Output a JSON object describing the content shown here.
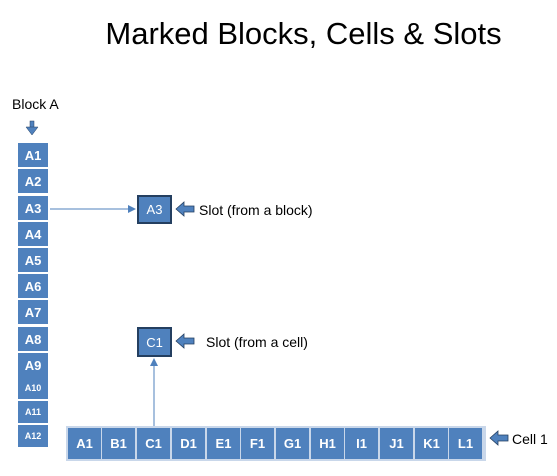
{
  "title": "Marked Blocks, Cells & Slots",
  "block_label": "Block A",
  "block_cells": [
    "A1",
    "A2",
    "A3",
    "A4",
    "A5",
    "A6",
    "A7",
    "A8",
    "A9",
    "A10",
    "A11",
    "A12"
  ],
  "row_cells": [
    "A1",
    "B1",
    "C1",
    "D1",
    "E1",
    "F1",
    "G1",
    "H1",
    "I1",
    "J1",
    "K1",
    "L1"
  ],
  "row_label": "Cell 1",
  "slot_block": {
    "value": "A3",
    "label": "Slot (from a block)"
  },
  "slot_cell": {
    "value": "C1",
    "label": "Slot (from a cell)"
  },
  "colors": {
    "cell_fill": "#4f81bd",
    "cell_border": "#243f60",
    "row_background": "#c9d7ea",
    "connector": "#4f81bd"
  },
  "icons": [
    "down-arrow-icon",
    "left-arrow-icon"
  ]
}
